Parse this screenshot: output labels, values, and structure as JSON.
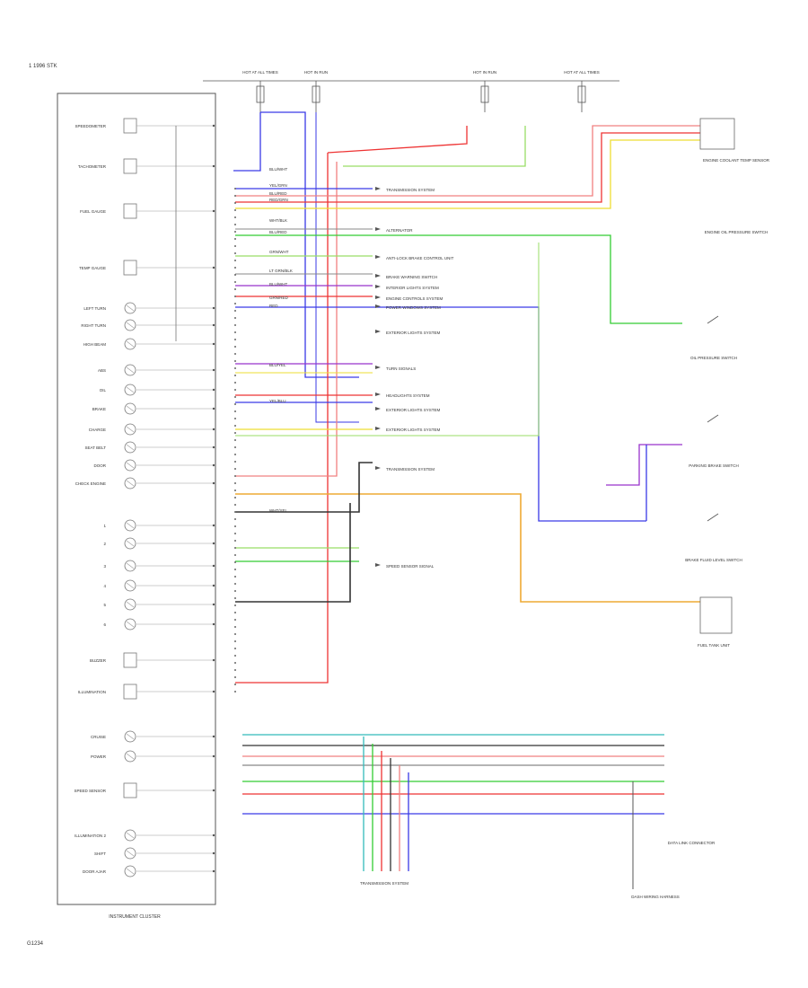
{
  "page": {
    "header_text": "1 1996 STK",
    "footer_text": "G1234"
  },
  "instrument_cluster": {
    "label": "INSTRUMENT CLUSTER",
    "rows": [
      {
        "label": "SPEEDOMETER"
      },
      {
        "label": "TACHOMETER"
      },
      {
        "label": "FUEL GAUGE"
      },
      {
        "label": "TEMP GAUGE"
      },
      {
        "label": "LEFT TURN"
      },
      {
        "label": "RIGHT TURN"
      },
      {
        "label": "HIGH BEAM"
      },
      {
        "label": "ABS"
      },
      {
        "label": "OIL"
      },
      {
        "label": "BRAKE"
      },
      {
        "label": "CHARGE"
      },
      {
        "label": "SEAT BELT"
      },
      {
        "label": "DOOR"
      },
      {
        "label": "CHECK ENGINE"
      },
      {
        "label": "1"
      },
      {
        "label": "2"
      },
      {
        "label": "3"
      },
      {
        "label": "4"
      },
      {
        "label": "5"
      },
      {
        "label": "6"
      },
      {
        "label": "BUZZER"
      },
      {
        "label": "ILLUMINATION"
      },
      {
        "label": "CRUISE"
      },
      {
        "label": "POWER"
      },
      {
        "label": "SPEED SENSOR"
      },
      {
        "label": "ILLUMINATION 2"
      },
      {
        "label": "SHIFT"
      },
      {
        "label": "DOOR AJAR"
      }
    ]
  },
  "fuses": [
    {
      "label": "HOT AT ALL TIMES"
    },
    {
      "label": "HOT IN RUN"
    },
    {
      "label": "HOT IN RUN"
    },
    {
      "label": "HOT AT ALL TIMES"
    }
  ],
  "wire_labels": [
    {
      "text": "BLU/WHT"
    },
    {
      "text": "YEL/GRN"
    },
    {
      "text": "BLU/RED"
    },
    {
      "text": "RED/GRN"
    },
    {
      "text": "WHT/BLK"
    },
    {
      "text": "BLU/RED"
    },
    {
      "text": "GRN/WHT"
    },
    {
      "text": "LT GRN/BLK"
    },
    {
      "text": "BLU/WHT"
    },
    {
      "text": "GRN/RED"
    },
    {
      "text": "RED"
    },
    {
      "text": "BLU/YEL"
    },
    {
      "text": "YEL/BLU"
    },
    {
      "text": "WHT/YEL"
    }
  ],
  "destinations": [
    {
      "text": "TRANSMISSION SYSTEM"
    },
    {
      "text": "ALTERNATOR"
    },
    {
      "text": "ANTI-LOCK BRAKE CONTROL UNIT"
    },
    {
      "text": "BRAKE WARNING SWITCH"
    },
    {
      "text": "INTERIOR LIGHTS SYSTEM"
    },
    {
      "text": "ENGINE CONTROLS SYSTEM"
    },
    {
      "text": "POWER WINDOWS SYSTEM"
    },
    {
      "text": "EXTERIOR LIGHTS SYSTEM"
    },
    {
      "text": "TURN SIGNALS"
    },
    {
      "text": "HEADLIGHTS SYSTEM"
    },
    {
      "text": "EXTERIOR LIGHTS SYSTEM"
    },
    {
      "text": "EXTERIOR LIGHTS SYSTEM"
    },
    {
      "text": "TRANSMISSION SYSTEM"
    },
    {
      "text": "SPEED SENSOR SIGNAL"
    }
  ],
  "components": [
    {
      "text": "ENGINE COOLANT TEMP SENSOR"
    },
    {
      "text": "ENGINE OIL PRESSURE SWITCH"
    },
    {
      "text": "OIL PRESSURE SWITCH"
    },
    {
      "text": "PARKING BRAKE SWITCH"
    },
    {
      "text": "BRAKE FLUID LEVEL SWITCH"
    },
    {
      "text": "FUEL TANK UNIT"
    },
    {
      "text": "DATA LINK CONNECTOR"
    },
    {
      "text": "TRANSMISSION SYSTEM"
    },
    {
      "text": "DASH WIRING HARNESS"
    }
  ],
  "colors": {
    "blue": "#3a3ae6",
    "red": "#ee3333",
    "pink": "#f08080",
    "green": "#33cc33",
    "lightgreen": "#99dd66",
    "yellow": "#eedd33",
    "orange": "#eeaa33",
    "purple": "#9933cc",
    "teal": "#33bbbb",
    "black": "#333333",
    "gray": "#aaaaaa"
  }
}
